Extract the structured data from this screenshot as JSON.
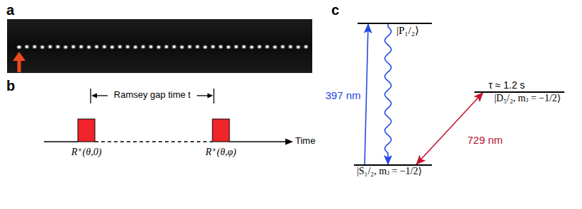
{
  "diagram": {
    "nodes": [
      {
        "text": [
          "|P₁/₂⟩"
        ]
      },
      {
        "text": [
          "τ ≈ 1.2 s",
          "|D₅/₂, mⱼ = −1/2⟩"
        ]
      },
      {
        "text": [
          "|S₁/₂, mⱼ = −1/2⟩"
        ]
      }
    ],
    "edges": [
      {
        "from": 2,
        "to": 0,
        "arrow": "to",
        "label": "397 nm"
      },
      {
        "from": 0,
        "to": 2,
        "arrow": "to"
      },
      {
        "from": 2,
        "to": 1,
        "arrow": "both",
        "label": "729 nm"
      }
    ],
    "labels": [
      "a",
      "b",
      "c",
      "Ramsey gap time t",
      "R⁺(θ,0)",
      "R⁺(θ,φ)",
      "Time"
    ]
  }
}
